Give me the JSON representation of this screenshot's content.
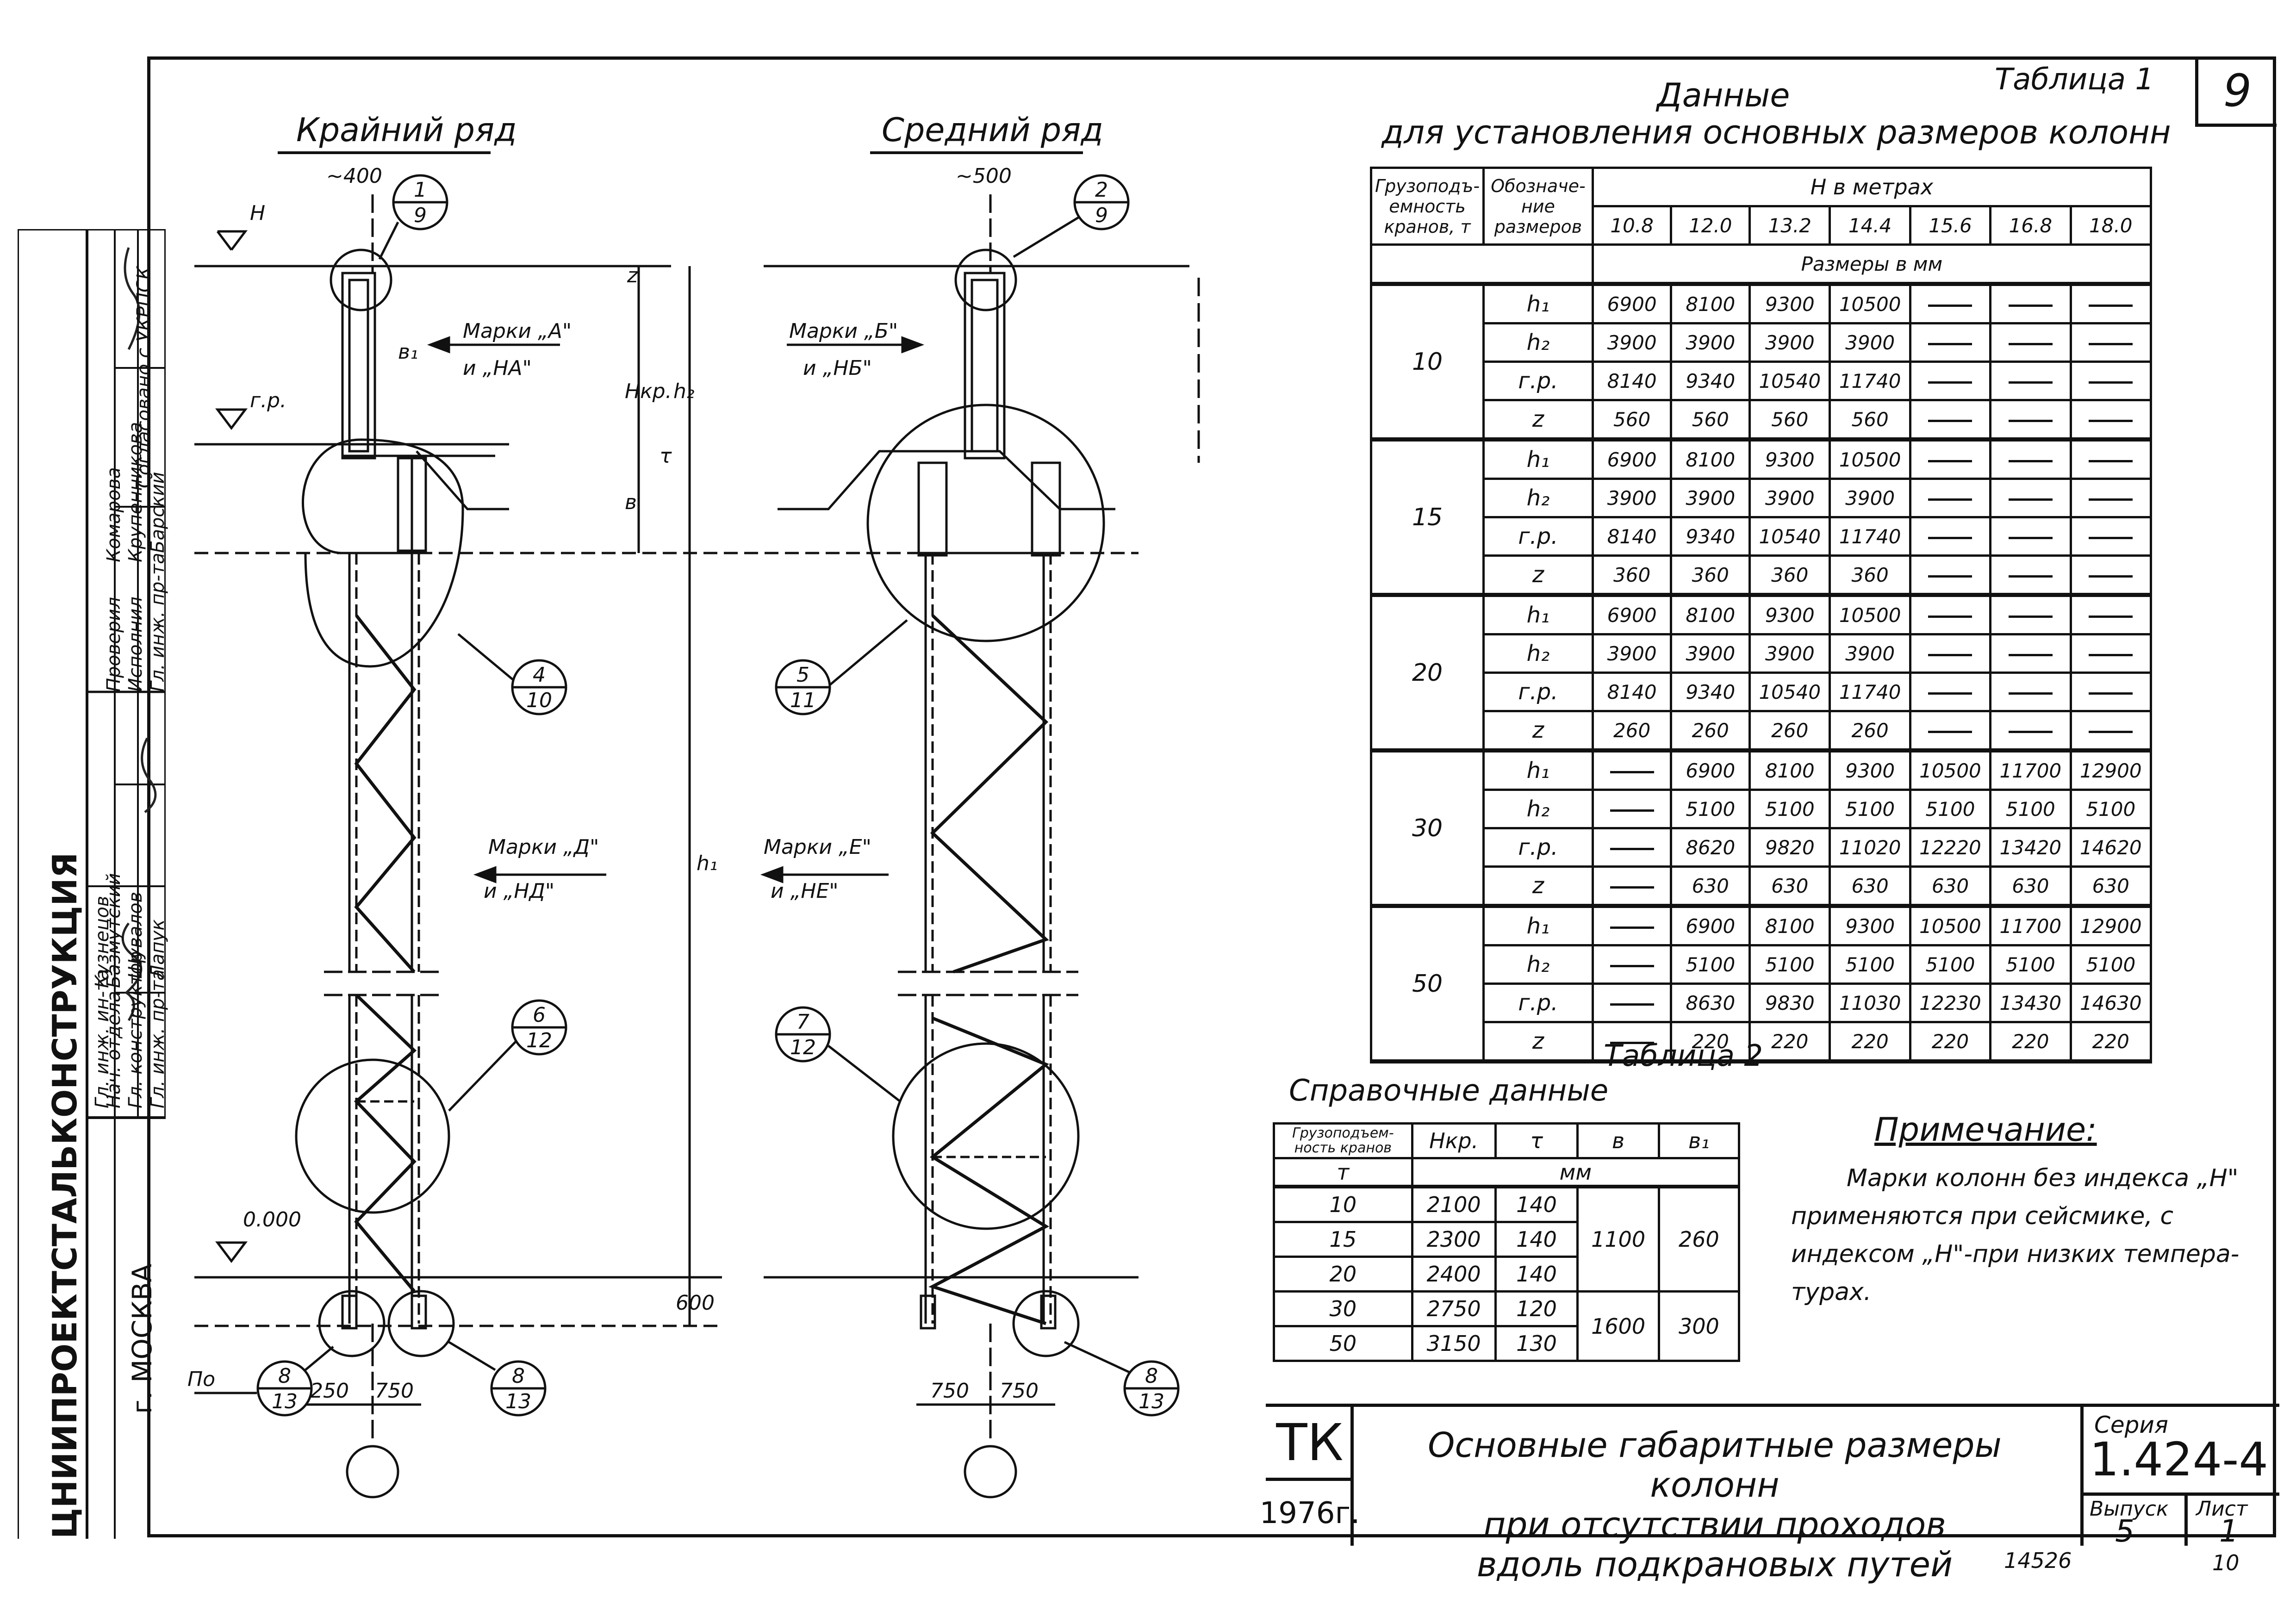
{
  "page_number": "9",
  "left_title": "Крайний ряд",
  "middle_title": "Средний ряд",
  "left_diagram": {
    "width_label": "~400",
    "marker_top": {
      "num": "1",
      "den": "9"
    },
    "level_H": "Н",
    "level_gr": "г.р.",
    "level_zero": "0.000",
    "marks_top": "Марки „А\"",
    "marks_top2": "и „НА\"",
    "marks_bottom": "Марки „Д\"",
    "marks_bottom2": "и „НД\"",
    "b1": "в₁",
    "dim_Hkr": "Нкр.",
    "dim_h2": "h₂",
    "dim_z": "z",
    "dim_z2": "τ",
    "dim_b": "в",
    "dim_h1": "h₁",
    "dim_600": "600",
    "bottom_250": "250",
    "bottom_750": "750",
    "po": "По",
    "callout_4": {
      "num": "4",
      "den": "10"
    },
    "callout_6": {
      "num": "6",
      "den": "12"
    },
    "callout_8a": {
      "num": "8",
      "den": "13"
    },
    "callout_8b": {
      "num": "8",
      "den": "13"
    }
  },
  "middle_diagram": {
    "width_label": "~500",
    "marker_top": {
      "num": "2",
      "den": "9"
    },
    "marks_top": "Марки „Б\"",
    "marks_top2": "и „НБ\"",
    "marks_bottom": "Марки „Е\"",
    "marks_bottom2": "и „НЕ\"",
    "callout_5": {
      "num": "5",
      "den": "11"
    },
    "callout_7": {
      "num": "7",
      "den": "12"
    },
    "callout_8": {
      "num": "8",
      "den": "13"
    },
    "bottom_750a": "750",
    "bottom_750b": "750"
  },
  "table1": {
    "caption": "Таблица 1",
    "title1": "Данные",
    "title2": "для установления основных размеров колонн",
    "head_capacity": "Грузоподъ-емность кранов, т",
    "head_designation": "Обозначе-ние размеров",
    "head_H": "Н в метрах",
    "heights": [
      "10.8",
      "12.0",
      "13.2",
      "14.4",
      "15.6",
      "16.8",
      "18.0"
    ],
    "units_row": "Размеры в мм",
    "groups": [
      {
        "capacity": "10",
        "rows": [
          {
            "label": "h₁",
            "values": [
              "6900",
              "8100",
              "9300",
              "10500",
              "—",
              "—",
              "—"
            ]
          },
          {
            "label": "h₂",
            "values": [
              "3900",
              "3900",
              "3900",
              "3900",
              "—",
              "—",
              "—"
            ]
          },
          {
            "label": "г.р.",
            "values": [
              "8140",
              "9340",
              "10540",
              "11740",
              "—",
              "—",
              "—"
            ]
          },
          {
            "label": "z",
            "values": [
              "560",
              "560",
              "560",
              "560",
              "—",
              "—",
              "—"
            ]
          }
        ]
      },
      {
        "capacity": "15",
        "rows": [
          {
            "label": "h₁",
            "values": [
              "6900",
              "8100",
              "9300",
              "10500",
              "—",
              "—",
              "—"
            ]
          },
          {
            "label": "h₂",
            "values": [
              "3900",
              "3900",
              "3900",
              "3900",
              "—",
              "—",
              "—"
            ]
          },
          {
            "label": "г.р.",
            "values": [
              "8140",
              "9340",
              "10540",
              "11740",
              "—",
              "—",
              "—"
            ]
          },
          {
            "label": "z",
            "values": [
              "360",
              "360",
              "360",
              "360",
              "—",
              "—",
              "—"
            ]
          }
        ]
      },
      {
        "capacity": "20",
        "rows": [
          {
            "label": "h₁",
            "values": [
              "6900",
              "8100",
              "9300",
              "10500",
              "—",
              "—",
              "—"
            ]
          },
          {
            "label": "h₂",
            "values": [
              "3900",
              "3900",
              "3900",
              "3900",
              "—",
              "—",
              "—"
            ]
          },
          {
            "label": "г.р.",
            "values": [
              "8140",
              "9340",
              "10540",
              "11740",
              "—",
              "—",
              "—"
            ]
          },
          {
            "label": "z",
            "values": [
              "260",
              "260",
              "260",
              "260",
              "—",
              "—",
              "—"
            ]
          }
        ]
      },
      {
        "capacity": "30",
        "rows": [
          {
            "label": "h₁",
            "values": [
              "—",
              "6900",
              "8100",
              "9300",
              "10500",
              "11700",
              "12900"
            ]
          },
          {
            "label": "h₂",
            "values": [
              "—",
              "5100",
              "5100",
              "5100",
              "5100",
              "5100",
              "5100"
            ]
          },
          {
            "label": "г.р.",
            "values": [
              "—",
              "8620",
              "9820",
              "11020",
              "12220",
              "13420",
              "14620"
            ]
          },
          {
            "label": "z",
            "values": [
              "—",
              "630",
              "630",
              "630",
              "630",
              "630",
              "630"
            ]
          }
        ]
      },
      {
        "capacity": "50",
        "rows": [
          {
            "label": "h₁",
            "values": [
              "—",
              "6900",
              "8100",
              "9300",
              "10500",
              "11700",
              "12900"
            ]
          },
          {
            "label": "h₂",
            "values": [
              "—",
              "5100",
              "5100",
              "5100",
              "5100",
              "5100",
              "5100"
            ]
          },
          {
            "label": "г.р.",
            "values": [
              "—",
              "8630",
              "9830",
              "11030",
              "12230",
              "13430",
              "14630"
            ]
          },
          {
            "label": "z",
            "values": [
              "—",
              "220",
              "220",
              "220",
              "220",
              "220",
              "220"
            ]
          }
        ]
      }
    ]
  },
  "table2": {
    "caption": "Таблица 2",
    "title": "Справочные данные",
    "head": [
      "Грузоподъем-ность кранов",
      "Нкр.",
      "τ",
      "в",
      "в₁"
    ],
    "unit_t": "т",
    "unit_mm": "мм",
    "rows": [
      {
        "cap": "10",
        "hkr": "2100",
        "z": "140"
      },
      {
        "cap": "15",
        "hkr": "2300",
        "z": "140"
      },
      {
        "cap": "20",
        "hkr": "2400",
        "z": "140"
      },
      {
        "cap": "30",
        "hkr": "2750",
        "z": "120"
      },
      {
        "cap": "50",
        "hkr": "3150",
        "z": "130"
      }
    ],
    "b_upper": "1100",
    "b1_upper": "260",
    "b_lower": "1600",
    "b1_lower": "300"
  },
  "note": {
    "title": "Примечание:",
    "lines": [
      "Марки колонн без индекса „Н\"",
      "применяются при сейсмике, с",
      "индексом „Н\"-при низких темпера-",
      "турах."
    ]
  },
  "title_block": {
    "tk": "ТК",
    "year": "1976г.",
    "title_lines": [
      "Основные габаритные размеры колонн",
      "при отсутствии проходов",
      "вдоль подкрановых путей"
    ],
    "series_label": "Серия",
    "series": "1.424-4",
    "issue_label": "Выпуск",
    "issue": "5",
    "sheet_label": "Лист",
    "sheet": "1"
  },
  "stamp": {
    "org": "ЦНИИПРОЕКТСТАЛЬКОНСТРУКЦИЯ",
    "city": "г. МОСКВА",
    "roles": [
      "Гл. инж. пр-та",
      "Гл. конструктор",
      "Нач. отдела",
      "Гл. инж. ин-та"
    ],
    "names": [
      "Лапук",
      "Шувалов",
      "Базмутский",
      "Кузнецов"
    ],
    "roles2": [
      "Гл. инж. пр-та",
      "Исполнил",
      "Проверил"
    ],
    "names2": [
      "Барский",
      "Крупенникова",
      "Комарова"
    ],
    "agreed": "Согласовано с УКРПСК"
  },
  "footer_left": "14526",
  "footer_right": "10"
}
